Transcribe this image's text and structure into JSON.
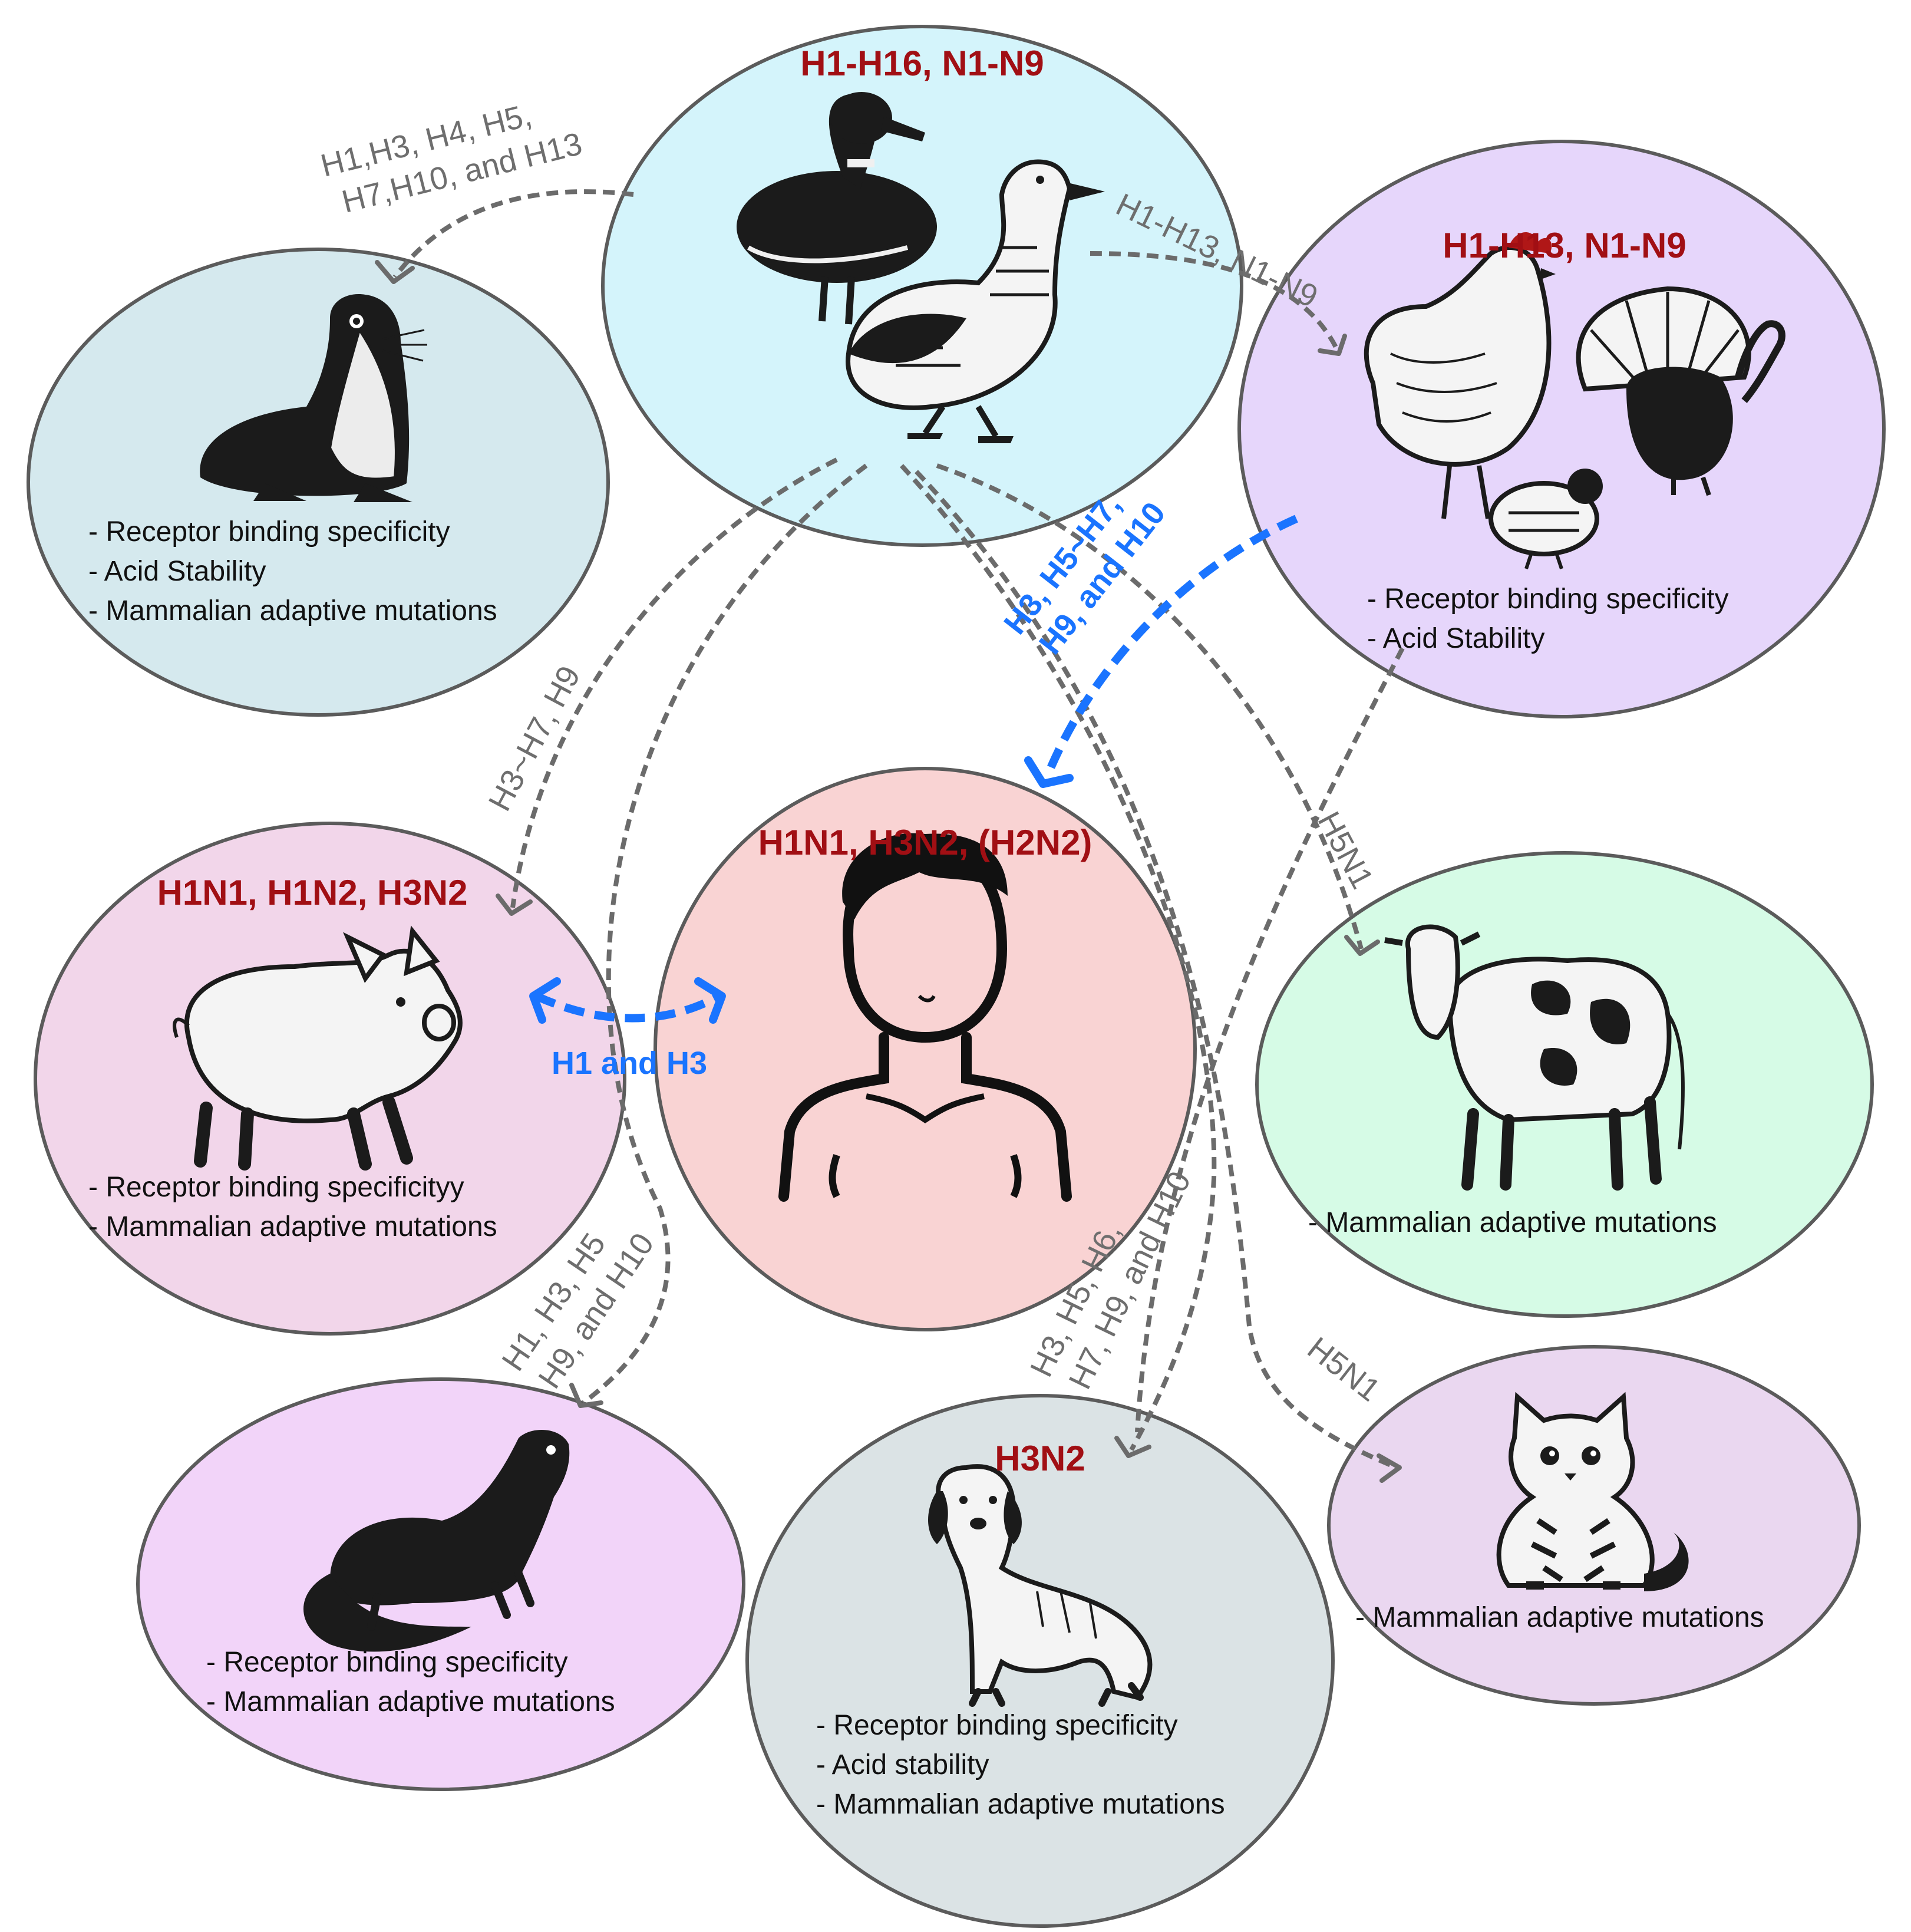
{
  "nodes": {
    "wild_birds": {
      "subtypes": "H1-H16, N1-N9",
      "fill": "#d4f4fb",
      "icon": "duck-goose-icon"
    },
    "poultry": {
      "subtypes": "H1-H13, N1-N9",
      "fill": "#e6d6fb",
      "icon": "chicken-turkey-quail-icon",
      "traits": [
        "- Receptor binding specificity",
        "- Acid Stability"
      ]
    },
    "seal": {
      "fill": "#d5e9ee",
      "icon": "seal-icon",
      "traits": [
        "- Receptor binding specificity",
        "- Acid Stability",
        "- Mammalian adaptive mutations"
      ]
    },
    "pig": {
      "subtypes": "H1N1, H1N2, H3N2",
      "fill": "#f2d6ea",
      "icon": "pig-icon",
      "traits": [
        "- Receptor binding specificityy",
        "- Mammalian adaptive mutations"
      ]
    },
    "human": {
      "subtypes": "H1N1, H3N2, (H2N2)",
      "fill": "#f9d3d3",
      "icon": "human-icon"
    },
    "cow": {
      "fill": "#d6fbe6",
      "icon": "cow-icon",
      "traits": [
        "- Mammalian adaptive mutations"
      ]
    },
    "ferret": {
      "fill": "#f2d4f9",
      "icon": "ferret-icon",
      "traits": [
        "- Receptor binding specificity",
        "- Mammalian adaptive mutations"
      ]
    },
    "dog": {
      "subtypes": "H3N2",
      "fill": "#dbe3e5",
      "icon": "dog-icon",
      "traits": [
        "- Receptor binding specificity",
        "- Acid stability",
        "- Mammalian adaptive mutations"
      ]
    },
    "cat": {
      "fill": "#ead7f0",
      "icon": "cat-icon",
      "traits": [
        "- Mammalian adaptive mutations"
      ]
    }
  },
  "transmissions": {
    "birds_to_seal": [
      "H1,H3, H4, H5,",
      "H7,H10, and H13"
    ],
    "birds_to_poultry": "H1-H13, N1-N9",
    "birds_to_pig": "H3~H7, H9",
    "poultry_to_human": [
      "H3, H5~H7,",
      "H9, and H10"
    ],
    "pig_human": "H1 and H3",
    "birds_to_cow": "H5N1",
    "birds_to_ferret": [
      "H1, H3, H5",
      "H9, and H10"
    ],
    "birds_to_dog": [
      "H3, H5, H6,",
      "H7, H9, and H10"
    ],
    "birds_to_cat": "H5N1"
  },
  "colors": {
    "subtype_text": "#a10f14",
    "grey_arrow": "#6b6b6b",
    "blue_arrow": "#1a74ff"
  }
}
